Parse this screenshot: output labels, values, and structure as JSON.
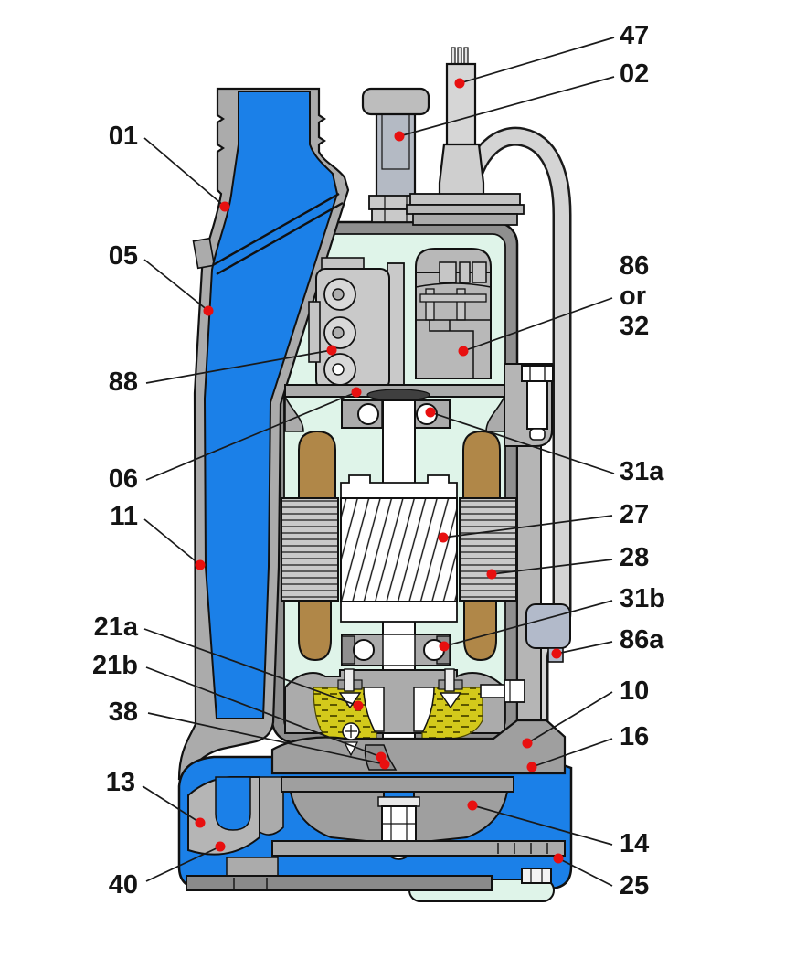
{
  "colors": {
    "background": "#FFFFFF",
    "water_blue": "#1B80E8",
    "casing_gray": "#ABABAB",
    "housing_dark_gray": "#8F8F8F",
    "component_gray": "#C9C9C9",
    "interior_mint": "#DFF4E9",
    "winding_brown": "#B08748",
    "oil_yellow": "#D3C91B",
    "callout_dot_red": "#E81010",
    "label_color": "#141414"
  },
  "callouts": [
    {
      "id": "01",
      "lines": [
        "01"
      ],
      "anchor": "end",
      "text": [
        151,
        158
      ],
      "line": [
        158,
        151,
        246,
        226
      ],
      "dot": [
        246,
        226
      ]
    },
    {
      "id": "05",
      "lines": [
        "05"
      ],
      "anchor": "end",
      "text": [
        151,
        289
      ],
      "line": [
        158,
        284,
        228,
        340
      ],
      "dot": [
        228,
        340
      ]
    },
    {
      "id": "88",
      "lines": [
        "88"
      ],
      "anchor": "end",
      "text": [
        151,
        427
      ],
      "line": [
        160,
        419,
        363,
        383
      ],
      "dot": [
        363,
        383
      ]
    },
    {
      "id": "06",
      "lines": [
        "06"
      ],
      "anchor": "end",
      "text": [
        151,
        533
      ],
      "line": [
        160,
        525,
        390,
        429
      ],
      "dot": [
        390,
        429
      ]
    },
    {
      "id": "11",
      "lines": [
        "11"
      ],
      "anchor": "end",
      "text": [
        151,
        574
      ],
      "line": [
        158,
        568,
        219,
        618
      ],
      "dot": [
        219,
        618
      ]
    },
    {
      "id": "21a",
      "lines": [
        "21a"
      ],
      "anchor": "end",
      "text": [
        151,
        695
      ],
      "line": [
        158,
        688,
        392,
        772
      ],
      "dot": [
        392,
        772
      ]
    },
    {
      "id": "21b",
      "lines": [
        "21b"
      ],
      "anchor": "end",
      "text": [
        151,
        737
      ],
      "line": [
        160,
        730,
        417,
        828
      ],
      "dot": [
        417,
        828
      ]
    },
    {
      "id": "38",
      "lines": [
        "38"
      ],
      "anchor": "end",
      "text": [
        151,
        788
      ],
      "line": [
        162,
        780,
        421,
        836
      ],
      "dot": [
        421,
        836
      ]
    },
    {
      "id": "13",
      "lines": [
        "13"
      ],
      "anchor": "end",
      "text": [
        148,
        865
      ],
      "line": [
        156,
        860,
        219,
        900
      ],
      "dot": [
        219,
        900
      ]
    },
    {
      "id": "40",
      "lines": [
        "40"
      ],
      "anchor": "end",
      "text": [
        151,
        977
      ],
      "line": [
        160,
        964,
        241,
        926
      ],
      "dot": [
        241,
        926
      ]
    },
    {
      "id": "47",
      "lines": [
        "47"
      ],
      "anchor": "start",
      "text": [
        678,
        48
      ],
      "line": [
        672,
        41,
        503,
        91
      ],
      "dot": [
        503,
        91
      ]
    },
    {
      "id": "02",
      "lines": [
        "02"
      ],
      "anchor": "start",
      "text": [
        678,
        90
      ],
      "line": [
        672,
        84,
        437,
        149
      ],
      "dot": [
        437,
        149
      ]
    },
    {
      "id": "86-or-32",
      "lines": [
        "86",
        "or",
        "32"
      ],
      "anchor": "start",
      "text": [
        678,
        300
      ],
      "line": [
        670,
        326,
        507,
        384
      ],
      "dot": [
        507,
        384
      ]
    },
    {
      "id": "31a",
      "lines": [
        "31a"
      ],
      "anchor": "start",
      "text": [
        678,
        525
      ],
      "line": [
        672,
        518,
        471,
        451
      ],
      "dot": [
        471,
        451
      ]
    },
    {
      "id": "27",
      "lines": [
        "27"
      ],
      "anchor": "start",
      "text": [
        678,
        572
      ],
      "line": [
        670,
        564,
        485,
        588
      ],
      "dot": [
        485,
        588
      ]
    },
    {
      "id": "28",
      "lines": [
        "28"
      ],
      "anchor": "start",
      "text": [
        678,
        619
      ],
      "line": [
        670,
        612,
        538,
        628
      ],
      "dot": [
        538,
        628
      ]
    },
    {
      "id": "31b",
      "lines": [
        "31b"
      ],
      "anchor": "start",
      "text": [
        678,
        664
      ],
      "line": [
        670,
        657,
        486,
        707
      ],
      "dot": [
        486,
        707
      ]
    },
    {
      "id": "86a",
      "lines": [
        "86a"
      ],
      "anchor": "start",
      "text": [
        678,
        709
      ],
      "line": [
        670,
        702,
        609,
        715
      ],
      "dot": [
        609,
        715
      ]
    },
    {
      "id": "10",
      "lines": [
        "10"
      ],
      "anchor": "start",
      "text": [
        678,
        765
      ],
      "line": [
        670,
        757,
        577,
        813
      ],
      "dot": [
        577,
        813
      ]
    },
    {
      "id": "16",
      "lines": [
        "16"
      ],
      "anchor": "start",
      "text": [
        678,
        815
      ],
      "line": [
        670,
        808,
        582,
        839
      ],
      "dot": [
        582,
        839
      ]
    },
    {
      "id": "14",
      "lines": [
        "14"
      ],
      "anchor": "start",
      "text": [
        678,
        932
      ],
      "line": [
        670,
        924,
        517,
        881
      ],
      "dot": [
        517,
        881
      ]
    },
    {
      "id": "25",
      "lines": [
        "25"
      ],
      "anchor": "start",
      "text": [
        678,
        978
      ],
      "line": [
        670,
        969,
        611,
        939
      ],
      "dot": [
        611,
        939
      ]
    }
  ]
}
